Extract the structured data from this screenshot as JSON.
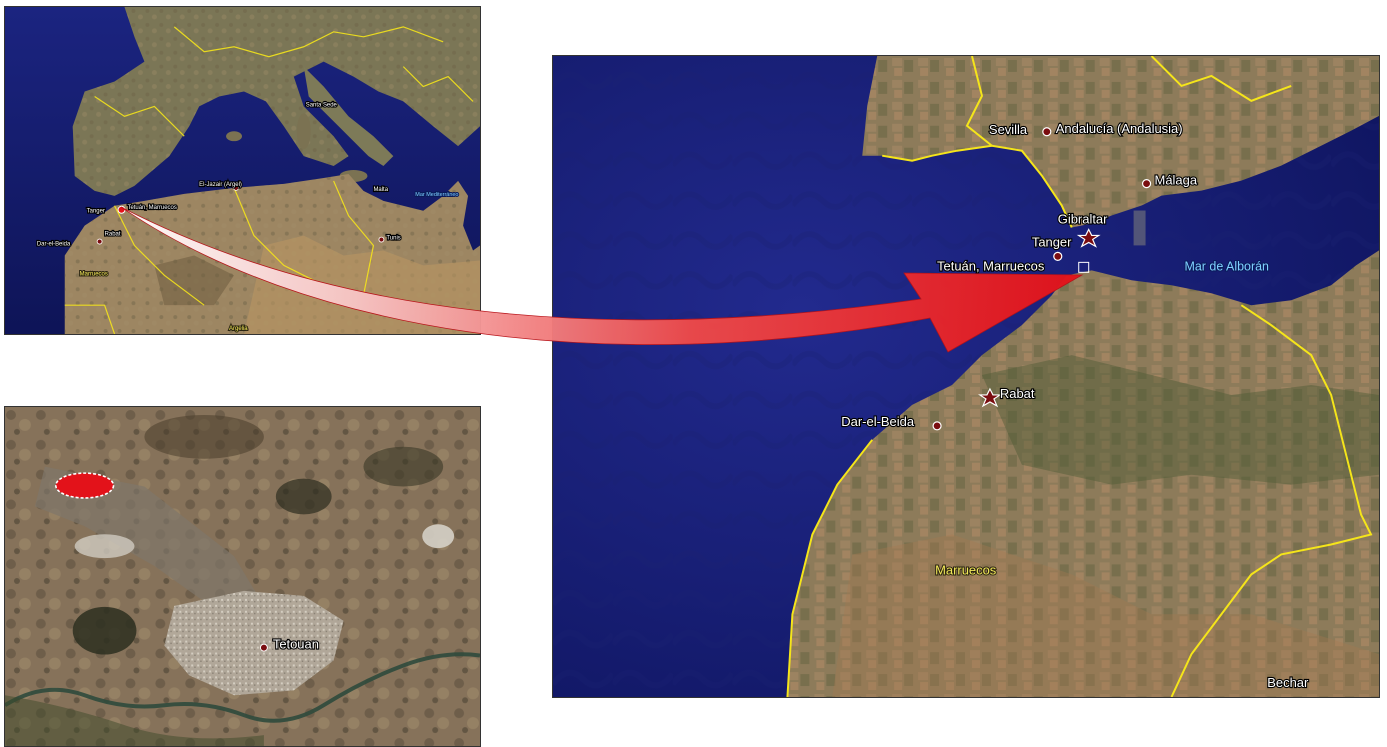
{
  "overview_map": {
    "labels": {
      "tanger": "Tanger",
      "tetuan": "Tetuán, Marruecos",
      "dar_el_beida": "Dar-el-Beida",
      "rabat": "Rabat",
      "marruecos": "Marruecos",
      "el_jazair": "El-Jazair (Argel)",
      "mar_mediterraneo": "Mar Mediterráneo",
      "tunis": "Tunis",
      "malta": "Malta",
      "roma": "Santa Sede",
      "argelia": "Argelia"
    }
  },
  "region_map": {
    "labels": {
      "sevilla": "Sevilla",
      "andalucia": "Andalucía (Andalusia)",
      "malaga": "Málaga",
      "gibraltar": "Gibraltar",
      "tanger": "Tanger",
      "tetuan": "Tetuán, Marruecos",
      "mar_alboran": "Mar de Alborán",
      "rabat": "Rabat",
      "dar_el_beida": "Dar-el-Beida",
      "marruecos": "Marruecos",
      "bechar": "Bechar"
    }
  },
  "detail_map": {
    "labels": {
      "tetouan": "Tetouan"
    }
  },
  "colors": {
    "sea": "#141a6e",
    "land": "#8a7a5c",
    "border": "#f5e51a",
    "arrow": "#e8141c",
    "marker": "#7a0d10",
    "highlight": "#e3121a"
  }
}
